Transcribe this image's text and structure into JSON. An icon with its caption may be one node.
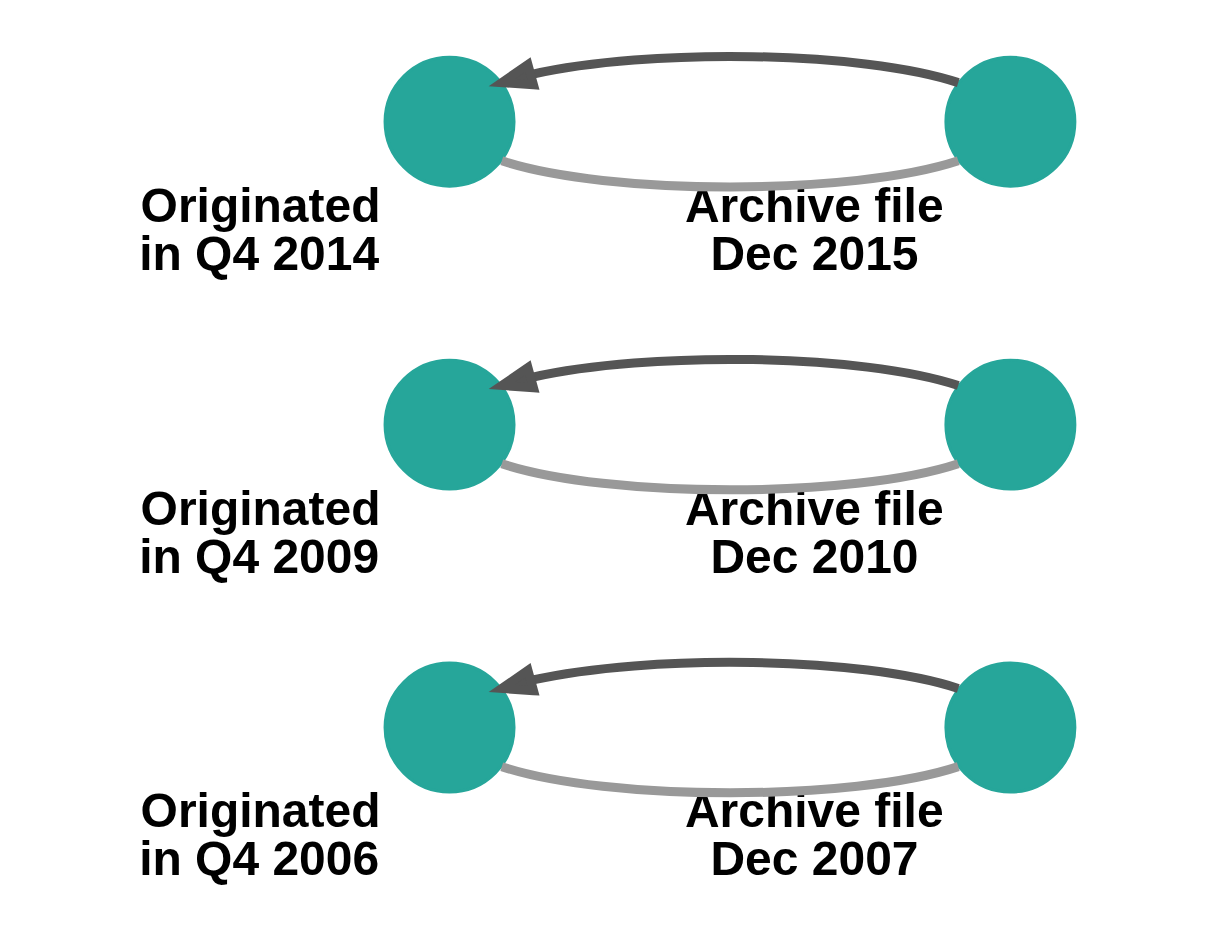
{
  "diagram": {
    "nodes": [
      {
        "text": [],
        "shape": "circle",
        "beside": [
          "Originated in Q4 2014"
        ]
      },
      {
        "text": [],
        "shape": "circle",
        "beside": [
          "Archive file Dec 2015"
        ]
      },
      {
        "text": [],
        "shape": "circle",
        "beside": [
          "Originated in Q4 2009"
        ]
      },
      {
        "text": [],
        "shape": "circle",
        "beside": [
          "Archive file Dec 2010"
        ]
      },
      {
        "text": [],
        "shape": "circle",
        "beside": [
          "Originated in Q4 2006"
        ]
      },
      {
        "text": [],
        "shape": "circle",
        "beside": [
          "Archive file Dec 2007"
        ]
      }
    ],
    "edges": [
      {
        "from": 0,
        "to": 1,
        "arrow": "none",
        "color": "#999999"
      },
      {
        "from": 1,
        "to": 0,
        "arrow": "to",
        "color": "#555555"
      },
      {
        "from": 2,
        "to": 3,
        "arrow": "none",
        "color": "#999999"
      },
      {
        "from": 3,
        "to": 2,
        "arrow": "to",
        "color": "#555555"
      },
      {
        "from": 4,
        "to": 5,
        "arrow": "none",
        "color": "#999999"
      },
      {
        "from": 5,
        "to": 4,
        "arrow": "to",
        "color": "#555555"
      }
    ]
  }
}
